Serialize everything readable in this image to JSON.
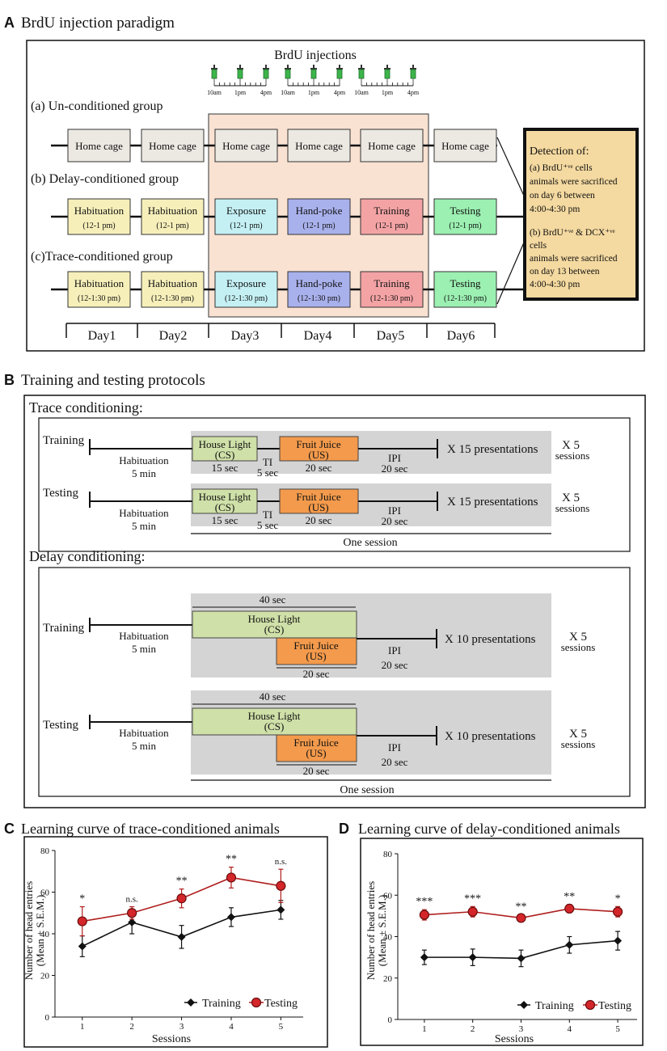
{
  "panelA": {
    "letter": "A",
    "title": "BrdU injection paradigm",
    "injections": {
      "title": "BrdU injections",
      "day_times": [
        [
          "10am",
          "1pm",
          "4pm"
        ],
        [
          "10am",
          "1pm",
          "4pm"
        ],
        [
          "10am",
          "1pm",
          "4pm"
        ]
      ]
    },
    "groups": [
      {
        "label": "(a) Un-conditioned group",
        "boxes": [
          {
            "text": "Home cage",
            "sub": ""
          },
          {
            "text": "Home cage",
            "sub": ""
          },
          {
            "text": "Home cage",
            "sub": ""
          },
          {
            "text": "Home cage",
            "sub": ""
          },
          {
            "text": "Home cage",
            "sub": ""
          },
          {
            "text": "Home cage",
            "sub": ""
          }
        ]
      },
      {
        "label": "(b) Delay-conditioned group",
        "boxes": [
          {
            "text": "Habituation",
            "sub": "(12-1 pm)"
          },
          {
            "text": "Habituation",
            "sub": "(12-1 pm)"
          },
          {
            "text": "Exposure",
            "sub": "(12-1 pm)"
          },
          {
            "text": "Hand-poke",
            "sub": "(12-1 pm)"
          },
          {
            "text": "Training",
            "sub": "(12-1 pm)"
          },
          {
            "text": "Testing",
            "sub": "(12-1 pm)"
          }
        ]
      },
      {
        "label": "(c)Trace-conditioned group",
        "boxes": [
          {
            "text": "Habituation",
            "sub": "(12-1:30 pm)"
          },
          {
            "text": "Habituation",
            "sub": "(12-1:30 pm)"
          },
          {
            "text": "Exposure",
            "sub": "(12-1:30 pm)"
          },
          {
            "text": "Hand-poke",
            "sub": "(12-1:30 pm)"
          },
          {
            "text": "Training",
            "sub": "(12-1:30 pm)"
          },
          {
            "text": "Testing",
            "sub": "(12-1:30 pm)"
          }
        ]
      }
    ],
    "days": [
      "Day1",
      "Day2",
      "Day3",
      "Day4",
      "Day5",
      "Day6"
    ],
    "detection": {
      "title": "Detection of:",
      "lines_a": [
        "(a) BrdU⁺ᵛᵉ cells",
        "animals were sacrificed",
        "on day 6 between",
        "4:00-4:30 pm"
      ],
      "lines_b": [
        "(b) BrdU⁺ᵛᵉ & DCX⁺ᵛᵉ",
        "cells",
        "animals were sacrificed",
        "on day 13 between",
        "4:00-4:30 pm"
      ]
    },
    "colors": {
      "home": "#ece8e2",
      "habituation": "#f6efba",
      "exposure": "#c4f0f4",
      "handpoke": "#a9b1ec",
      "training": "#f4a3a5",
      "testing": "#9cf0b2",
      "highlight": "#f9e2d2",
      "detection": "#f4d9a0"
    }
  },
  "panelB": {
    "letter": "B",
    "title": "Training and testing protocols",
    "trace": {
      "title": "Trace conditioning:",
      "rows": [
        {
          "label": "Training",
          "habituation": "Habituation",
          "hab_time": "5 min",
          "cs": "House Light",
          "cs_sub": "(CS)",
          "cs_time": "15 sec",
          "ti": "TI",
          "ti_time": "5 sec",
          "us": "Fruit Juice",
          "us_sub": "(US)",
          "us_time": "20 sec",
          "ipi": "IPI",
          "ipi_time": "20 sec",
          "presentations": "X  15 presentations",
          "sessions": "X 5",
          "sessions_label": "sessions"
        },
        {
          "label": "Testing",
          "habituation": "Habituation",
          "hab_time": "5 min",
          "cs": "House Light",
          "cs_sub": "(CS)",
          "cs_time": "15 sec",
          "ti": "TI",
          "ti_time": "5 sec",
          "us": "Fruit Juice",
          "us_sub": "(US)",
          "us_time": "20 sec",
          "ipi": "IPI",
          "ipi_time": "20 sec",
          "presentations": "X  15 presentations",
          "sessions": "X 5",
          "sessions_label": "sessions"
        }
      ],
      "one_session": "One session"
    },
    "delay": {
      "title": "Delay conditioning:",
      "rows": [
        {
          "label": "Training",
          "habituation": "Habituation",
          "hab_time": "5 min",
          "cs_len": "40 sec",
          "cs": "House Light",
          "cs_sub": "(CS)",
          "us": "Fruit Juice",
          "us_sub": "(US)",
          "us_time": "20 sec",
          "ipi": "IPI",
          "ipi_time": "20 sec",
          "presentations": "X  10 presentations",
          "sessions": "X 5",
          "sessions_label": "sessions"
        },
        {
          "label": "Testing",
          "habituation": "Habituation",
          "hab_time": "5 min",
          "cs_len": "40 sec",
          "cs": "House Light",
          "cs_sub": "(CS)",
          "us": "Fruit Juice",
          "us_sub": "(US)",
          "us_time": "20 sec",
          "ipi": "IPI",
          "ipi_time": "20 sec",
          "presentations": "X  10 presentations",
          "sessions": "X 5",
          "sessions_label": "sessions"
        }
      ],
      "one_session": "One session"
    },
    "colors": {
      "band": "#d4d4d4",
      "cs": "#cfe0a8",
      "us": "#f39a4c"
    }
  },
  "chart_data": [
    {
      "letter": "C",
      "type": "line",
      "title": "Learning curve of trace-conditioned animals",
      "xlabel": "Sessions",
      "ylabel": "Number of  head entries",
      "ylabel2": "(Mean ± S.E.M.)",
      "x": [
        1,
        2,
        3,
        4,
        5
      ],
      "xlim": [
        0.45,
        5.45
      ],
      "ylim": [
        0,
        80
      ],
      "yticks": [
        0,
        20,
        40,
        60,
        80
      ],
      "grid": false,
      "legend_position": "bottom-right",
      "series": [
        {
          "name": "Training",
          "color": "#111111",
          "marker": "diamond",
          "values": [
            34,
            45.5,
            38.5,
            48,
            51.5
          ],
          "errors": [
            5,
            5.5,
            5.5,
            4.5,
            4.5
          ]
        },
        {
          "name": "Testing",
          "color": "#b01e1e",
          "marker": "circle",
          "values": [
            46,
            50,
            57,
            67,
            63
          ],
          "errors": [
            7,
            3,
            4.5,
            5,
            8
          ]
        }
      ],
      "annotations": [
        "*",
        "n.s.",
        "**",
        "**",
        "n.s."
      ]
    },
    {
      "letter": "D",
      "type": "line",
      "title": "Learning curve of delay-conditioned animals",
      "xlabel": "Sessions",
      "ylabel": "Number of  head entries",
      "ylabel2": "(Mean ± S.E.M.)",
      "x": [
        1,
        2,
        3,
        4,
        5
      ],
      "xlim": [
        0.45,
        5.4
      ],
      "ylim": [
        0,
        80
      ],
      "yticks": [
        0,
        20,
        40,
        60,
        80
      ],
      "grid": false,
      "legend_position": "bottom-right",
      "series": [
        {
          "name": "Training",
          "color": "#111111",
          "marker": "diamond",
          "values": [
            30,
            30,
            29.5,
            36,
            38
          ],
          "errors": [
            3.5,
            4,
            4,
            4,
            4.5
          ]
        },
        {
          "name": "Testing",
          "color": "#b01e1e",
          "marker": "circle",
          "values": [
            50.5,
            52,
            49,
            53.5,
            52
          ],
          "errors": [
            2.5,
            2.5,
            1.5,
            2,
            2.5
          ]
        }
      ],
      "annotations": [
        "***",
        "***",
        "**",
        "**",
        "*"
      ]
    }
  ]
}
